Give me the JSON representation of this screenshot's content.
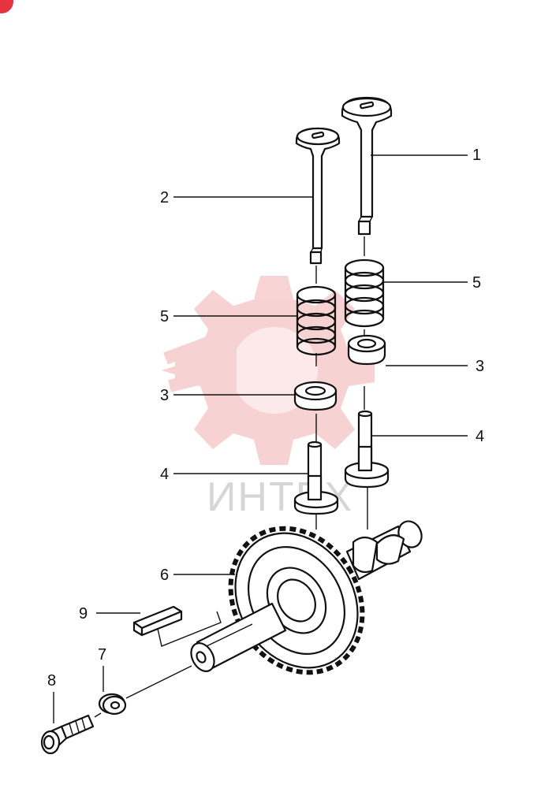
{
  "watermark": {
    "text": "ИНТЕХ",
    "color": "#f2b8b8"
  },
  "corner_badge_color": "#e5343f",
  "callouts": [
    {
      "id": "1",
      "label": "1",
      "part": "valve-long"
    },
    {
      "id": "2",
      "label": "2",
      "part": "valve-short"
    },
    {
      "id": "5a",
      "label": "5",
      "part": "spring-left"
    },
    {
      "id": "5b",
      "label": "5",
      "part": "spring-right"
    },
    {
      "id": "3a",
      "label": "3",
      "part": "retainer-left"
    },
    {
      "id": "3b",
      "label": "3",
      "part": "retainer-right"
    },
    {
      "id": "4a",
      "label": "4",
      "part": "tappet-left"
    },
    {
      "id": "4b",
      "label": "4",
      "part": "tappet-right"
    },
    {
      "id": "6",
      "label": "6",
      "part": "camshaft-gear"
    },
    {
      "id": "9",
      "label": "9",
      "part": "key"
    },
    {
      "id": "7",
      "label": "7",
      "part": "washer"
    },
    {
      "id": "8",
      "label": "8",
      "part": "bolt"
    }
  ]
}
